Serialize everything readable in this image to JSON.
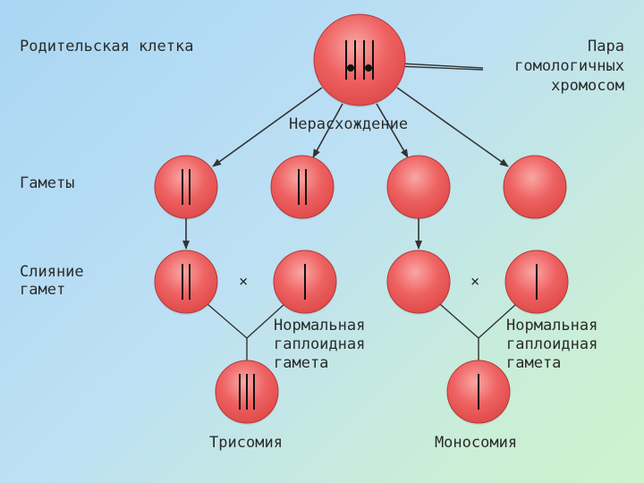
{
  "labels": {
    "parent_cell": "Родительская клетка",
    "pair_line1": "Пара",
    "pair_line2": "гомологичных",
    "pair_line3": "хромосом",
    "nondisjunction": "Нерасхождение",
    "gametes": "Гаметы",
    "fusion_line1": "Слияние",
    "fusion_line2": "гамет",
    "cross_left": "×",
    "cross_right": "×",
    "normal_left_1": "Нормальная",
    "normal_left_2": "гаплоидная",
    "normal_left_3": "гамета",
    "normal_right_1": "Нормальная",
    "normal_right_2": "гаплоидная",
    "normal_right_3": "гамета",
    "trisomy": "Трисомия",
    "monosomy": "Моносомия"
  },
  "cells": {
    "parent": {
      "chromosomes": 4,
      "centromeres": 2
    },
    "gamete_1": {
      "chromosomes": 2
    },
    "gamete_2": {
      "chromosomes": 2
    },
    "gamete_3": {
      "chromosomes": 0
    },
    "gamete_4": {
      "chromosomes": 0
    },
    "fusion_disomic": {
      "chromosomes": 2
    },
    "fusion_normal_left": {
      "chromosomes": 1
    },
    "fusion_nullisomic": {
      "chromosomes": 0
    },
    "fusion_normal_right": {
      "chromosomes": 1
    },
    "zygote_trisomy": {
      "chromosomes": 3
    },
    "zygote_monosomy": {
      "chromosomes": 1
    }
  },
  "colors": {
    "cell_fill": "#ee5f5f",
    "cell_highlight": "#f9a7a3",
    "cell_edge": "#b33a3a",
    "chromosome": "#111111",
    "arrow": "#333333"
  }
}
